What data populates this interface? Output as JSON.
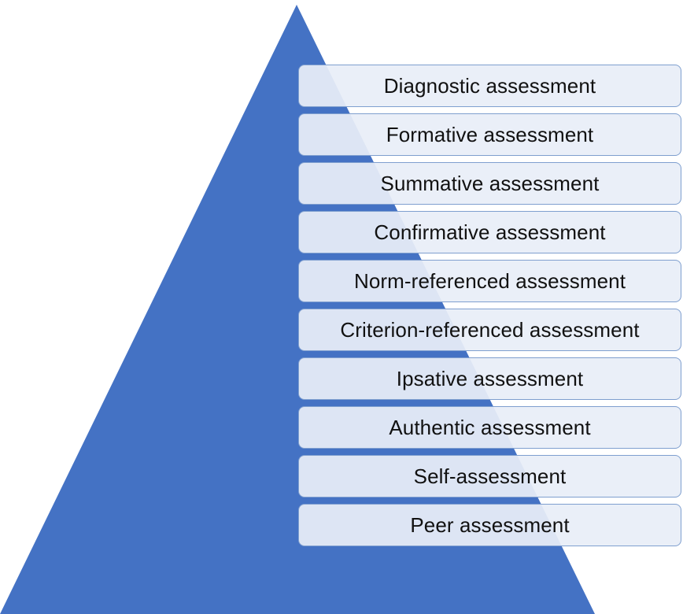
{
  "diagram": {
    "colors": {
      "pyramid_fill": "#4472c4",
      "box_fill": "#e8eef8",
      "box_border": "#7f9fcf",
      "text": "#111111"
    },
    "items": [
      {
        "label": "Diagnostic assessment"
      },
      {
        "label": "Formative assessment"
      },
      {
        "label": "Summative assessment"
      },
      {
        "label": "Confirmative assessment"
      },
      {
        "label": "Norm-referenced assessment"
      },
      {
        "label": "Criterion-referenced assessment"
      },
      {
        "label": "Ipsative assessment"
      },
      {
        "label": "Authentic assessment"
      },
      {
        "label": "Self-assessment"
      },
      {
        "label": "Peer assessment"
      }
    ]
  }
}
